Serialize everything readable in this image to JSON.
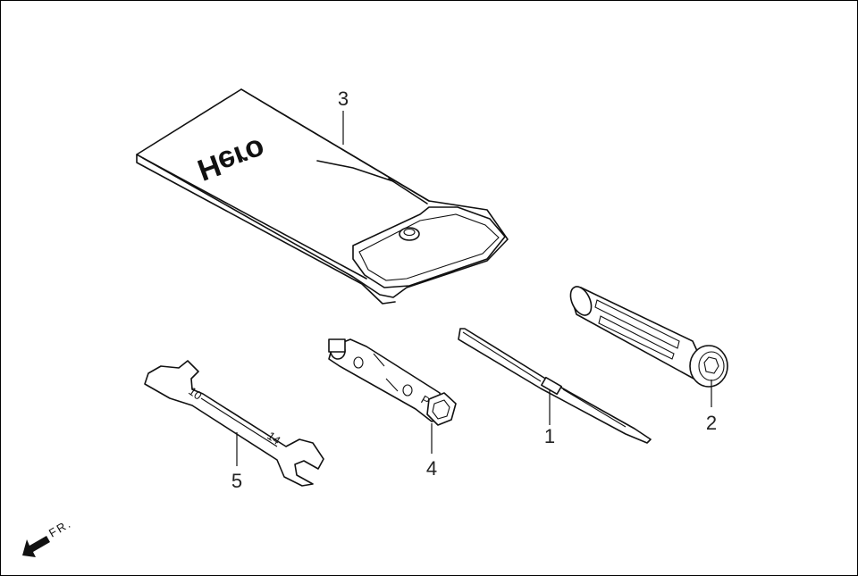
{
  "brand_text": "Hero",
  "direction": {
    "label": "FR.",
    "icon": "arrow-left-icon"
  },
  "wrench_marks": {
    "small_end": "10",
    "large_end": "14"
  },
  "spanner_mark": "P",
  "callouts": [
    {
      "id": "1",
      "label": "1"
    },
    {
      "id": "2",
      "label": "2"
    },
    {
      "id": "3",
      "label": "3"
    },
    {
      "id": "4",
      "label": "4"
    },
    {
      "id": "5",
      "label": "5"
    }
  ]
}
